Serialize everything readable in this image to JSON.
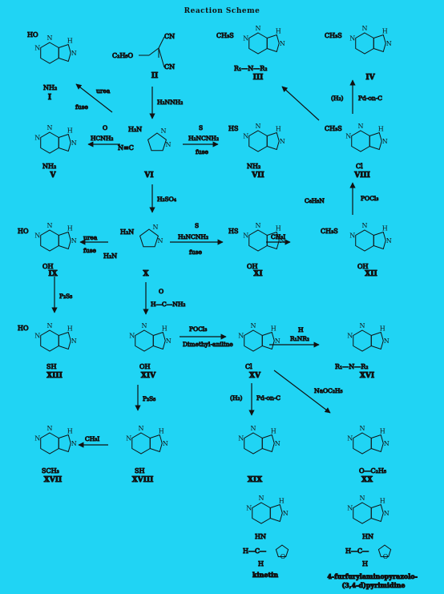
{
  "title": "Reaction Scheme",
  "compounds": [
    {
      "label": "I",
      "sub": [
        "HO",
        "NH₂"
      ]
    },
    {
      "label": "II",
      "sub": [
        "C₂H₅O",
        "CN",
        "CN"
      ]
    },
    {
      "label": "III",
      "sub": [
        "CH₃S",
        "R₁—N—R₂"
      ]
    },
    {
      "label": "IV",
      "sub": [
        "CH₃S"
      ]
    },
    {
      "label": "V",
      "sub": [
        "NH₂"
      ]
    },
    {
      "label": "VI",
      "sub": [
        "H₂N",
        "N≡C"
      ]
    },
    {
      "label": "VII",
      "sub": [
        "HS",
        "NH₂"
      ]
    },
    {
      "label": "VIII",
      "sub": [
        "CH₃S",
        "Cl"
      ]
    },
    {
      "label": "IX",
      "sub": [
        "HO",
        "OH"
      ]
    },
    {
      "label": "X",
      "sub": [
        "H₂N",
        "H₂N"
      ]
    },
    {
      "label": "XI",
      "sub": [
        "HS",
        "OH"
      ]
    },
    {
      "label": "XII",
      "sub": [
        "CH₃S",
        "OH"
      ]
    },
    {
      "label": "XIII",
      "sub": [
        "HO",
        "SH"
      ]
    },
    {
      "label": "XIV",
      "sub": [
        "OH"
      ]
    },
    {
      "label": "XV",
      "sub": [
        "Cl"
      ]
    },
    {
      "label": "XVI",
      "sub": [
        "R₁—N—R₂"
      ]
    },
    {
      "label": "XVII",
      "sub": [
        "SCH₃"
      ]
    },
    {
      "label": "XVIII",
      "sub": [
        "SH"
      ]
    },
    {
      "label": "XIX",
      "sub": []
    },
    {
      "label": "XX",
      "sub": [
        "O—C₂H₅"
      ]
    },
    {
      "label": "kinetin",
      "sub": [
        "HN",
        "H—C—",
        "H"
      ]
    },
    {
      "label": "4-furfurylaminopyrazolo-(3,4-d)pyrimidine",
      "sub": [
        "HN",
        "H—C—",
        "H"
      ]
    }
  ],
  "reagents": {
    "urea": "urea",
    "fuse": "fuse",
    "hydrazine": "H₂NNH₂",
    "formamide": "HCNH₂",
    "thiourea": "H₂NCNH₂",
    "sulfuric": "H₂SO₄",
    "methyl_iodide": "CH₃I",
    "p2s5": "P₂S₅",
    "formamide2": "H—C—NH₂",
    "pocl3": "POCl₃",
    "dimethylaniline": "Dimethyl-aniline",
    "amine": "R₁NR₂",
    "h": "H",
    "hydrogenation": "(H₂)",
    "pd": "Pd-on-C",
    "sodium_ethoxide": "NaOC₂H₅",
    "diethylaniline": "C₆H₅N"
  }
}
